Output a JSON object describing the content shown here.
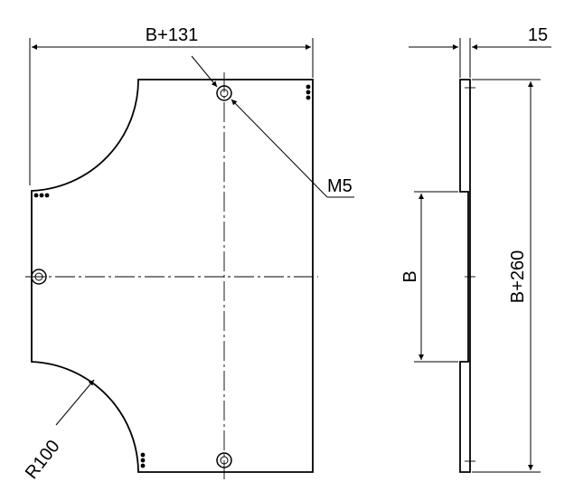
{
  "labels": {
    "top_width": "B+131",
    "hole_thread": "M5",
    "thickness": "15",
    "mid_height": "B",
    "total_height": "B+260",
    "radius": "R100"
  },
  "colors": {
    "line": "#000000",
    "background": "#ffffff"
  }
}
